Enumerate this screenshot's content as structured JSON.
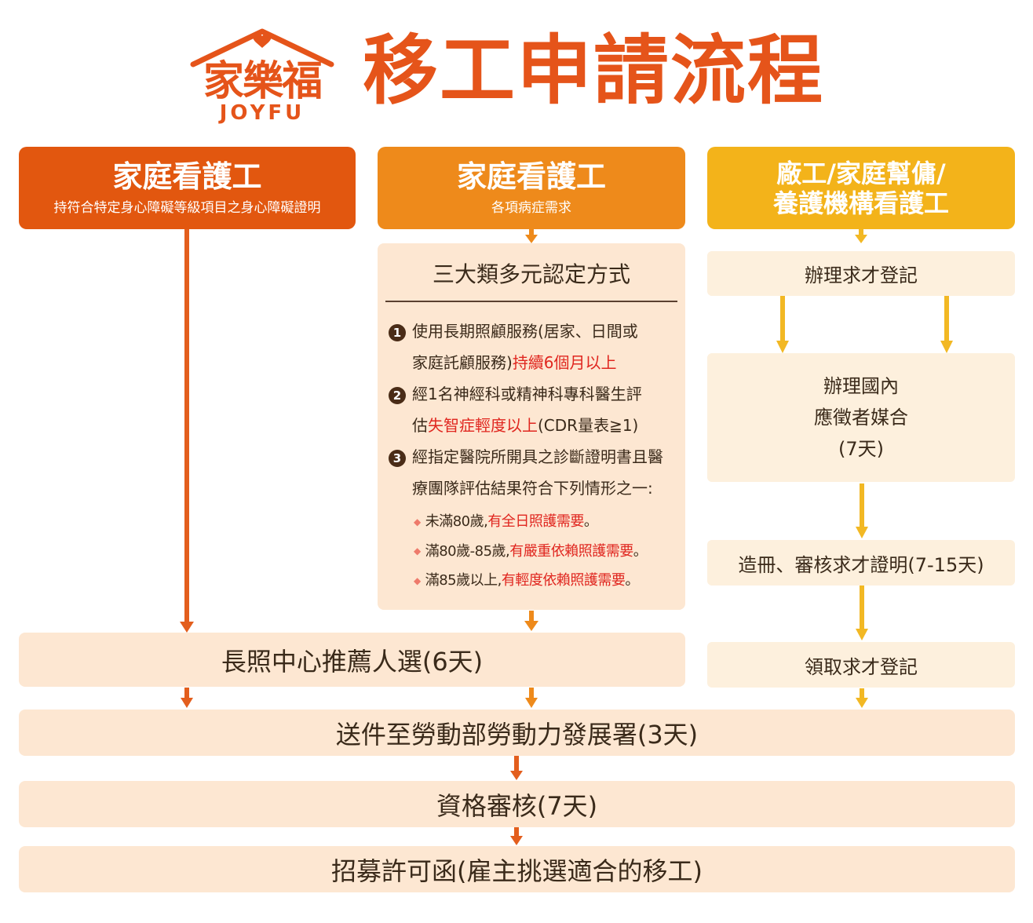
{
  "logo": {
    "brand_cn": "家樂福",
    "brand_en": "JOYFU"
  },
  "title": "移工申請流程",
  "colors": {
    "col1": "#e2570f",
    "col2": "#ee8a1b",
    "col3": "#f3b31a",
    "orange": "#e35e1d",
    "yellow": "#f2b824",
    "panel": "#fde7d2",
    "panel_light": "#fdf0dd"
  },
  "col1": {
    "title": "家庭看護工",
    "subtitle": "持符合特定身心障礙等級項目之身心障礙證明"
  },
  "col2": {
    "title": "家庭看護工",
    "subtitle": "各項病症需求",
    "criteria_title": "三大類多元認定方式",
    "items": [
      {
        "num": "1",
        "line1": "使用長期照顧服務(居家、日間或",
        "line2a": "家庭託顧服務)",
        "line2b": "持續6個月以上"
      },
      {
        "num": "2",
        "line1": "經1名神經科或精神科專科醫生評",
        "line2a": "估",
        "line2b": "失智症輕度以上",
        "line2c": "(CDR量表≧1)"
      },
      {
        "num": "3",
        "line1": "經指定醫院所開具之診斷證明書且醫",
        "line2a": "療團隊評估結果符合下列情形之一:"
      }
    ],
    "sub_items": [
      {
        "a": "未滿80歲,",
        "b": "有全日照護需要",
        "c": "。"
      },
      {
        "a": "滿80歲-85歲,",
        "b": "有嚴重依賴照護需要",
        "c": "。"
      },
      {
        "a": "滿85歲以上,",
        "b": "有輕度依賴照護需要",
        "c": "。"
      }
    ]
  },
  "col3": {
    "title_line1": "廠工/家庭幫傭/",
    "title_line2": "養護機構看護工",
    "step1": "辦理求才登記",
    "step2_line1": "辦理國內",
    "step2_line2": "應徵者媒合",
    "step2_line3": "(7天)",
    "step3": "造冊、審核求才證明(7-15天)",
    "step4": "領取求才登記"
  },
  "steps": {
    "recommend": "長照中心推薦人選(6天)",
    "submit": "送件至勞動部勞動力發展署(3天)",
    "review": "資格審核(7天)",
    "permit": "招募許可函(雇主挑選適合的移工)"
  }
}
